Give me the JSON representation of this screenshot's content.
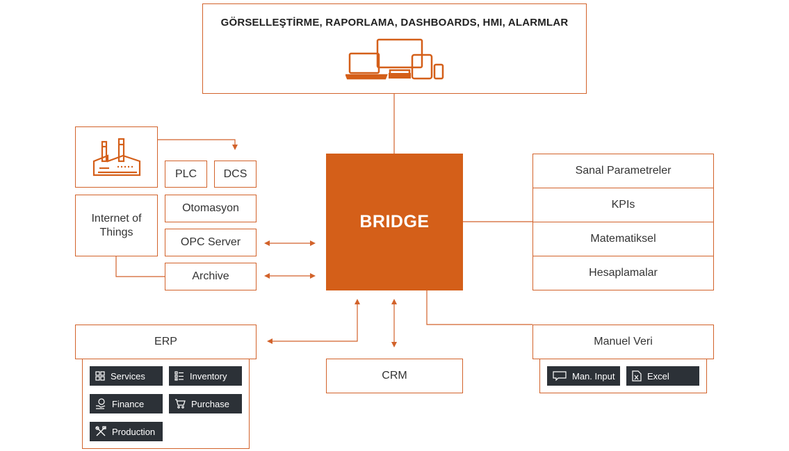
{
  "top": {
    "title": "GÖRSELLEŞTİRME, RAPORLAMA, DASHBOARDS, HMI, ALARMLAR",
    "icon": "devices-icon"
  },
  "bridge": {
    "label": "BRIDGE"
  },
  "left": {
    "iot_line1": "Internet of",
    "iot_line2": "Things",
    "plc": "PLC",
    "dcs": "DCS",
    "otomasyon": "Otomasyon",
    "opc": "OPC Server",
    "archive": "Archive",
    "factory_icon": "factory-icon"
  },
  "right": {
    "items": [
      "Sanal Parametreler",
      "KPIs",
      "Matematiksel",
      "Hesaplamalar"
    ]
  },
  "erp": {
    "label": "ERP",
    "chips": [
      {
        "label": "Services",
        "icon": "services-icon"
      },
      {
        "label": "Inventory",
        "icon": "inventory-icon"
      },
      {
        "label": "Finance",
        "icon": "finance-icon"
      },
      {
        "label": "Purchase",
        "icon": "cart-icon"
      },
      {
        "label": "Production",
        "icon": "tools-icon"
      }
    ]
  },
  "crm": {
    "label": "CRM"
  },
  "manual": {
    "label": "Manuel Veri",
    "chips": [
      {
        "label": "Man. Input",
        "icon": "comment-icon"
      },
      {
        "label": "Excel",
        "icon": "excel-icon"
      }
    ]
  },
  "colors": {
    "accent": "#d45f19",
    "border": "#d2622a",
    "chip_bg": "#2c3137"
  }
}
